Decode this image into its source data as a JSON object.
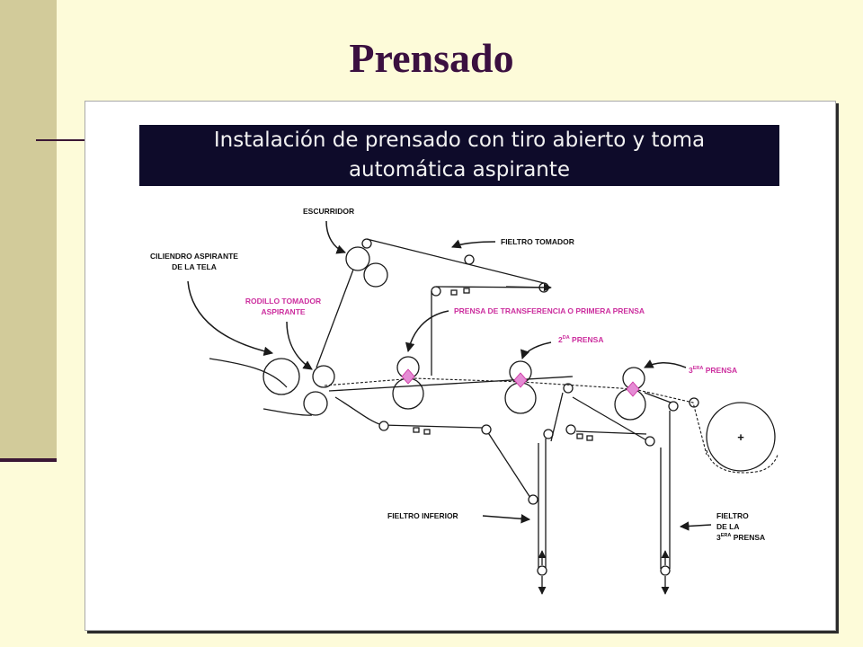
{
  "slide": {
    "title": "Prensado"
  },
  "figure": {
    "banner": {
      "line1": "Instalación de prensado con tiro abierto y toma",
      "line2": "automática aspirante"
    },
    "labels": {
      "escurridor": "ESCURRIDOR",
      "fieltro_tomador": "FIELTRO TOMADOR",
      "cilindro_line1": "CILIENDRO ASPIRANTE",
      "cilindro_line2": "DE LA TELA",
      "rodillo_line1": "RODILLO TOMADOR",
      "rodillo_line2": "ASPIRANTE",
      "prensa_transferencia": "PRENSA DE TRANSFERENCIA O PRIMERA PRENSA",
      "segunda_num": "2",
      "segunda_sup": "DA",
      "segunda_word": " PRENSA",
      "tercera_num": "3",
      "tercera_sup": "ERA",
      "tercera_word": " PRENSA",
      "fieltro_inferior": "FIELTRO INFERIOR",
      "fieltro3_line1": "FIELTRO",
      "fieltro3_line2": "DE LA",
      "fieltro3_num": "3",
      "fieltro3_sup": "ERA",
      "fieltro3_word": " PRENSA",
      "plus": "+"
    },
    "colors": {
      "banner": "#0e0b2a",
      "magenta": "#cc2e9e",
      "lines": "#1a1a1a"
    }
  }
}
